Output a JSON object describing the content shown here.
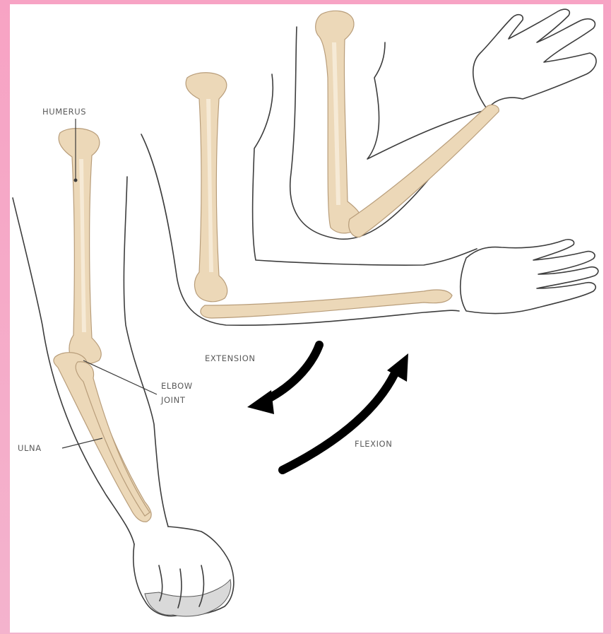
{
  "labels": {
    "humerus": "HUMERUS",
    "elbow_joint_line1": "ELBOW",
    "elbow_joint_line2": "JOINT",
    "ulna": "ULNA",
    "extension": "EXTENSION",
    "flexion": "FLEXION"
  },
  "colors": {
    "frame": "#f6a6c6",
    "bone": "#ecd8b8",
    "outline": "#3d3d3d",
    "arrow": "#000000"
  }
}
